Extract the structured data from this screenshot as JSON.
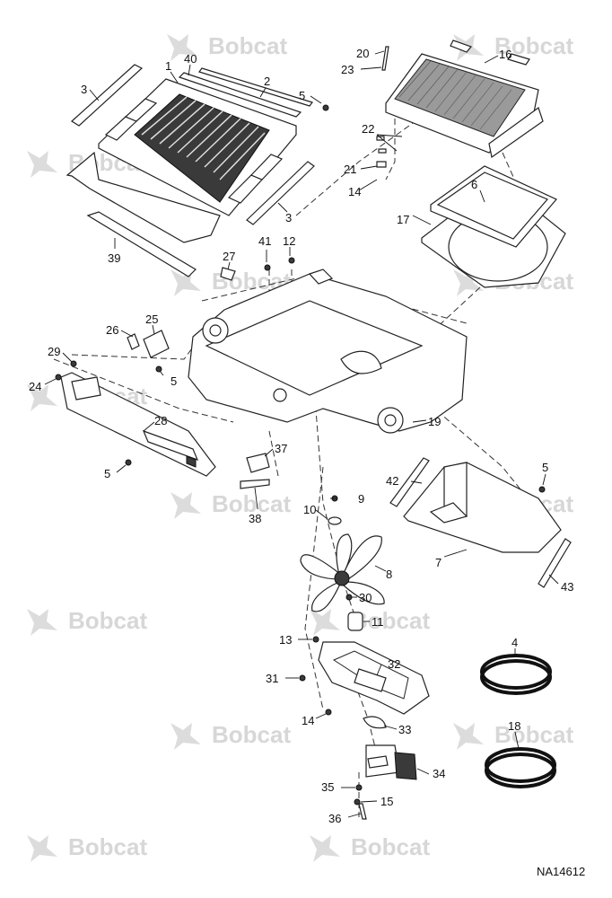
{
  "watermark": {
    "text": "Bobcat"
  },
  "drawing_code": "NA14612",
  "callouts": [
    {
      "id": "1",
      "label": "1"
    },
    {
      "id": "2",
      "label": "2"
    },
    {
      "id": "3a",
      "label": "3"
    },
    {
      "id": "3b",
      "label": "3"
    },
    {
      "id": "4",
      "label": "4"
    },
    {
      "id": "5a",
      "label": "5"
    },
    {
      "id": "5b",
      "label": "5"
    },
    {
      "id": "5c",
      "label": "5"
    },
    {
      "id": "5d",
      "label": "5"
    },
    {
      "id": "6",
      "label": "6"
    },
    {
      "id": "7",
      "label": "7"
    },
    {
      "id": "8",
      "label": "8"
    },
    {
      "id": "9",
      "label": "9"
    },
    {
      "id": "10",
      "label": "10"
    },
    {
      "id": "11",
      "label": "11"
    },
    {
      "id": "12",
      "label": "12"
    },
    {
      "id": "13",
      "label": "13"
    },
    {
      "id": "14a",
      "label": "14"
    },
    {
      "id": "14b",
      "label": "14"
    },
    {
      "id": "15",
      "label": "15"
    },
    {
      "id": "16",
      "label": "16"
    },
    {
      "id": "17",
      "label": "17"
    },
    {
      "id": "18",
      "label": "18"
    },
    {
      "id": "19",
      "label": "19"
    },
    {
      "id": "20",
      "label": "20"
    },
    {
      "id": "21",
      "label": "21"
    },
    {
      "id": "22",
      "label": "22"
    },
    {
      "id": "23",
      "label": "23"
    },
    {
      "id": "24",
      "label": "24"
    },
    {
      "id": "25",
      "label": "25"
    },
    {
      "id": "26",
      "label": "26"
    },
    {
      "id": "27",
      "label": "27"
    },
    {
      "id": "28",
      "label": "28"
    },
    {
      "id": "29",
      "label": "29"
    },
    {
      "id": "30",
      "label": "30"
    },
    {
      "id": "31",
      "label": "31"
    },
    {
      "id": "32",
      "label": "32"
    },
    {
      "id": "33",
      "label": "33"
    },
    {
      "id": "34",
      "label": "34"
    },
    {
      "id": "35",
      "label": "35"
    },
    {
      "id": "36",
      "label": "36"
    },
    {
      "id": "37",
      "label": "37"
    },
    {
      "id": "38",
      "label": "38"
    },
    {
      "id": "39",
      "label": "39"
    },
    {
      "id": "40",
      "label": "40"
    },
    {
      "id": "41",
      "label": "41"
    },
    {
      "id": "42",
      "label": "42"
    },
    {
      "id": "43",
      "label": "43"
    }
  ]
}
